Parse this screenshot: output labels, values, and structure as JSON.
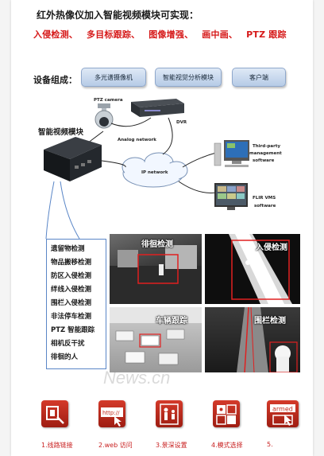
{
  "headline": "红外热像仪加入智能视频模块可实现：",
  "features": [
    "入侵检测、",
    "多目标跟踪、",
    "图像增强、",
    "画中画、",
    "PTZ 跟踪"
  ],
  "equipment": {
    "label": "设备组成：",
    "items": [
      "多光谱摄像机",
      "智能视觉分析模块",
      "客户端"
    ]
  },
  "diagram": {
    "module_label": "智能视频模块",
    "ptz_camera": "PTZ camera",
    "dvr": "DVR",
    "analog": "Analog network",
    "ip": "IP network",
    "third_party": [
      "Third-party",
      "management",
      "software"
    ],
    "flir": [
      "FLIR VMS",
      "software"
    ]
  },
  "capabilities": [
    "遗留物检测",
    "物品搬移检测",
    "防区入侵检测",
    "绊线入侵检测",
    "围栏入侵检测",
    "非法停车检测",
    "PTZ 智能跟踪",
    "相机反干扰",
    "徘徊的人"
  ],
  "photos": {
    "captions": [
      "徘徊检测",
      "入侵检测",
      "车辆跟踪",
      "围栏检测"
    ]
  },
  "steps": [
    "1.线路链接",
    "2.web 访问",
    "3.景深设置",
    "4.模式选择",
    "5."
  ],
  "step_icons": {
    "web_text": "http://",
    "armed_text": "armed"
  },
  "watermark": "News.cn",
  "colors": {
    "accent_red": "#d61919",
    "pill_blue": "#b6cbe6",
    "icon_red": "#c22d1f"
  }
}
